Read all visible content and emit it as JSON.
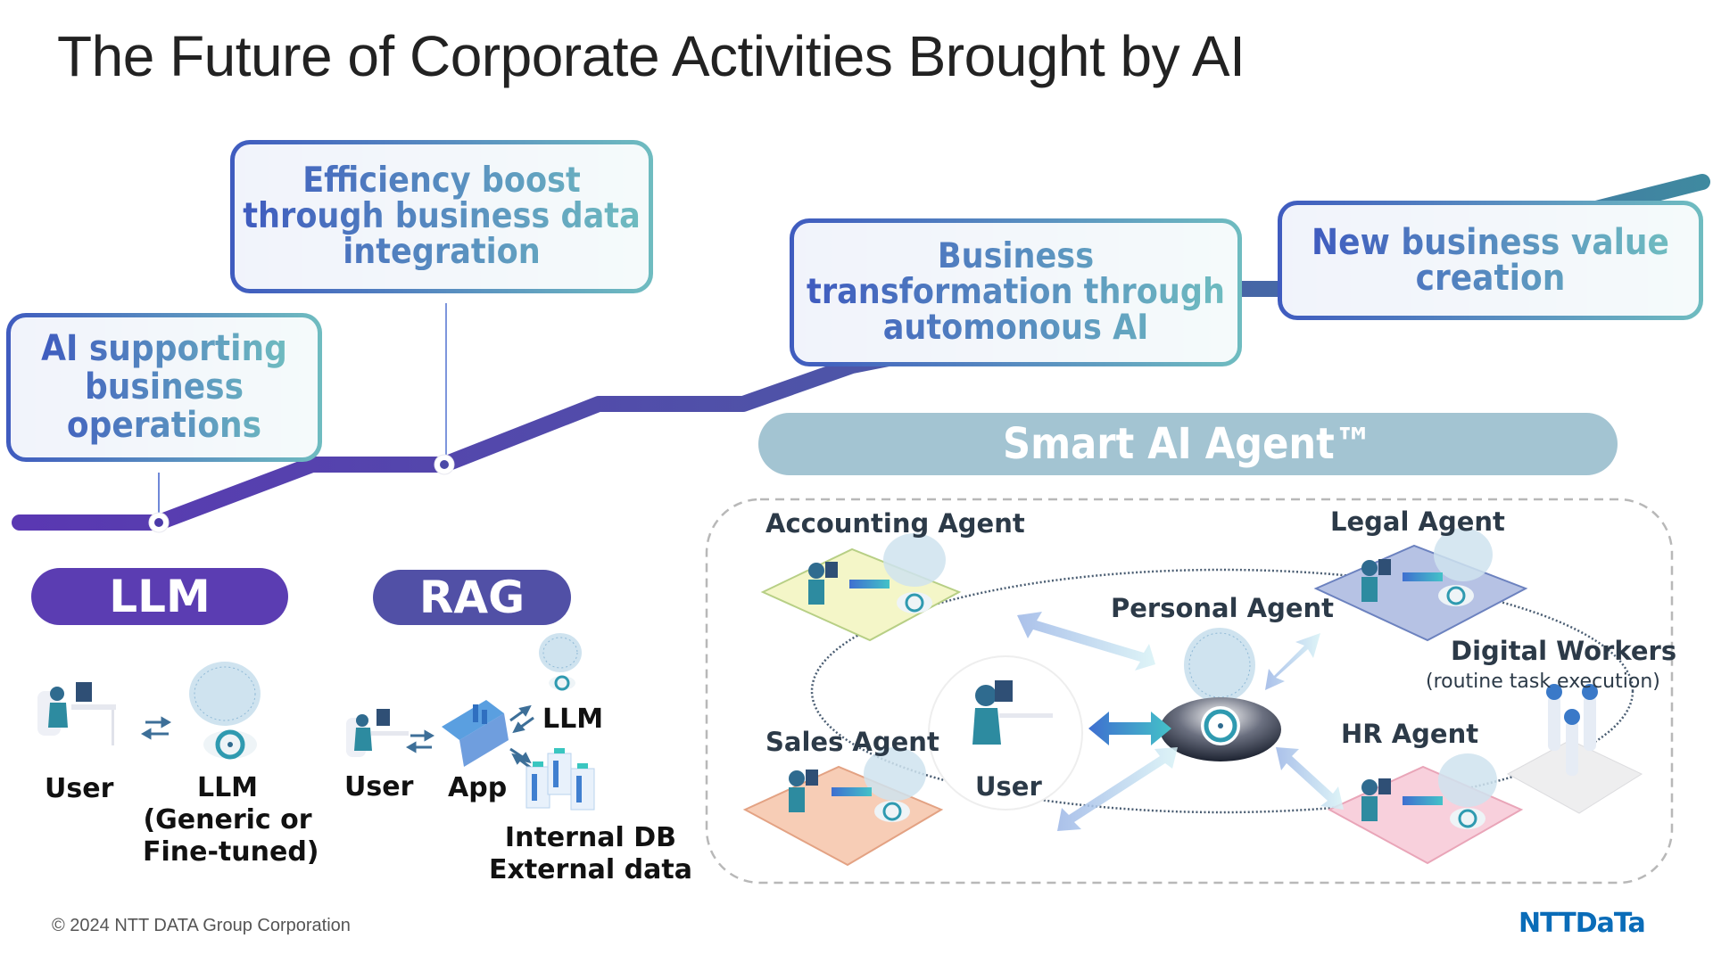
{
  "title": "The Future of Corporate Activities Brought by AI",
  "timeline": {
    "stages": [
      {
        "label": "AI supporting business operations",
        "lines": [
          "AI supporting",
          "business",
          "operations"
        ]
      },
      {
        "label": "Efficiency boost through business data integration",
        "lines": [
          "Efficiency boost",
          "through business data",
          "integration"
        ]
      },
      {
        "label": "Business transformation through automonous AI",
        "lines": [
          "Business",
          "transformation through",
          "automonous AI"
        ]
      },
      {
        "label": "New business value creation",
        "lines": [
          "New business value",
          "creation"
        ]
      }
    ]
  },
  "llm_section": {
    "pill": "LLM",
    "user_label": "User",
    "llm_label_lines": [
      "LLM",
      "(Generic or",
      "Fine-tuned)"
    ]
  },
  "rag_section": {
    "pill": "RAG",
    "user_label": "User",
    "app_label": "App",
    "llm_label": "LLM",
    "data_label_lines": [
      "Internal DB",
      "External data"
    ]
  },
  "agent_section": {
    "banner": "Smart AI Agent™",
    "agents": {
      "accounting": "Accounting Agent",
      "legal": "Legal Agent",
      "personal": "Personal Agent",
      "sales": "Sales Agent",
      "hr": "HR Agent",
      "user": "User",
      "digital_workers": "Digital Workers",
      "digital_workers_sub": "(routine task execution)"
    }
  },
  "footer": {
    "copyright": "© 2024 NTT DATA Group Corporation",
    "logo": "NTTDaTa"
  },
  "colors": {
    "line_purple": "#5a3bb0",
    "line_indigo": "#4f52a8",
    "line_teal": "#3f8aa0",
    "box_gradient_start": "#3f5bbf",
    "box_gradient_end": "#6fbcc0",
    "llm_pill": "#5b3db2",
    "rag_pill": "#5150a6",
    "agent_banner": "#a3c4d2",
    "logo_blue": "#0a6cb8"
  }
}
